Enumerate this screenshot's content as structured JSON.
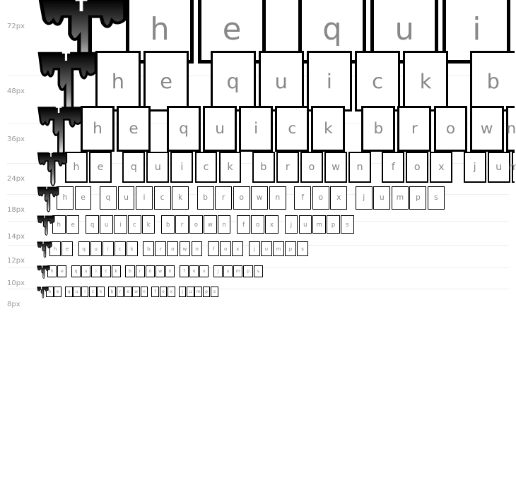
{
  "sample_text": "The quick brown fox jumps",
  "rows": [
    {
      "size_label": "72px",
      "size": 72
    },
    {
      "size_label": "48px",
      "size": 48
    },
    {
      "size_label": "36px",
      "size": 36
    },
    {
      "size_label": "24px",
      "size": 24
    },
    {
      "size_label": "18px",
      "size": 18
    },
    {
      "size_label": "14px",
      "size": 14
    },
    {
      "size_label": "12px",
      "size": 12
    },
    {
      "size_label": "10px",
      "size": 10
    },
    {
      "size_label": "8px",
      "size": 8
    }
  ],
  "icons": {
    "first_glyph": "dripping-letter-t",
    "missing_glyph": "tofu-box"
  }
}
